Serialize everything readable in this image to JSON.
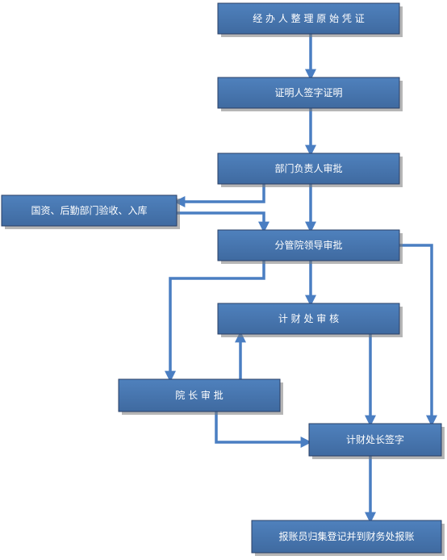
{
  "colors": {
    "box_fill": "#4f81bd",
    "box_fill_dark": "#3f6aa0",
    "box_border": "#2a3f66",
    "arrow": "#4a7ec2",
    "text": "#ffffff"
  },
  "nodes": [
    {
      "id": "n1",
      "label": "经 办 人 整 理 原 始 凭 证"
    },
    {
      "id": "n2",
      "label": "证明人签字证明"
    },
    {
      "id": "n3",
      "label": "部门负责人审批"
    },
    {
      "id": "n4",
      "label": "国资、后勤部门验收、入库"
    },
    {
      "id": "n5",
      "label": "分管院领导审批"
    },
    {
      "id": "n6",
      "label": "计 财 处 审 核"
    },
    {
      "id": "n7",
      "label": "院   长   审   批"
    },
    {
      "id": "n8",
      "label": "计财处长签字"
    },
    {
      "id": "n9",
      "label": "报账员归集登记并到财务处报账"
    }
  ],
  "edges": [
    {
      "from": "n1",
      "to": "n2"
    },
    {
      "from": "n2",
      "to": "n3"
    },
    {
      "from": "n3",
      "to": "n4"
    },
    {
      "from": "n3",
      "to": "n5"
    },
    {
      "from": "n4",
      "to": "n5"
    },
    {
      "from": "n5",
      "to": "n6"
    },
    {
      "from": "n5",
      "to": "n7"
    },
    {
      "from": "n5",
      "to": "n8"
    },
    {
      "from": "n7",
      "to": "n6"
    },
    {
      "from": "n7",
      "to": "n8"
    },
    {
      "from": "n6",
      "to": "n8"
    },
    {
      "from": "n8",
      "to": "n9"
    }
  ]
}
